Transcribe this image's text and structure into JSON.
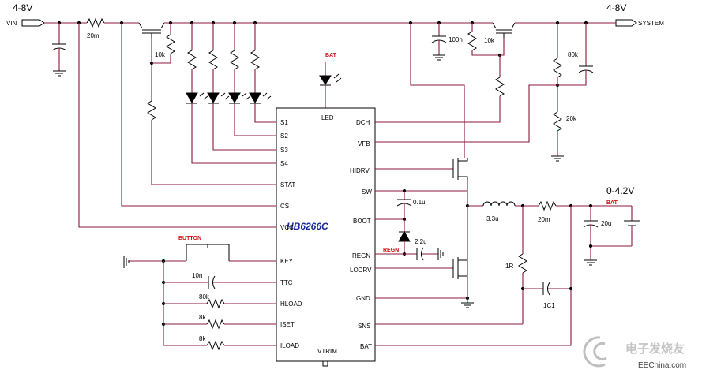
{
  "voltages": {
    "vin_range": "4-8V",
    "system_range": "4-8V",
    "battery_range": "0-4.2V"
  },
  "ports": {
    "vin": "VIN",
    "system": "SYSTEM"
  },
  "chip": {
    "name": "HB6266C",
    "left_pins": [
      "S1",
      "S2",
      "S3",
      "S4",
      "STAT",
      "CS",
      "VCC",
      "KEY",
      "TTC",
      "HLOAD",
      "ISET",
      "ILOAD"
    ],
    "right_pins": [
      "DCH",
      "VFB",
      "HIDRV",
      "SW",
      "BOOT",
      "REGN",
      "LODRV",
      "GND",
      "SNS",
      "BAT"
    ],
    "top_pin": "LED",
    "bottom_pin": "VTRIM"
  },
  "components": {
    "r_input": "20m",
    "r_pullup_left": "10k",
    "c_system": "100n",
    "r_pullup_right": "10k",
    "r_div_top": "80k",
    "r_div_bottom": "20k",
    "c_boot": "0.1u",
    "c_regn": "2.2u",
    "inductor": "3.3u",
    "r_sense": "20m",
    "c_bat": "20u",
    "r_snubber": "1R",
    "c_snubber": "1C1",
    "c_ttc": "10n",
    "r_hload": "80k",
    "r_iset": "8k",
    "r_iload": "8k"
  },
  "labels": {
    "bat_led": "BAT",
    "bat_out": "BAT",
    "button": "BUTTON",
    "regn_net": "REGN"
  },
  "watermark": {
    "cn": "电子发烧友",
    "url": "EEChina.com"
  }
}
